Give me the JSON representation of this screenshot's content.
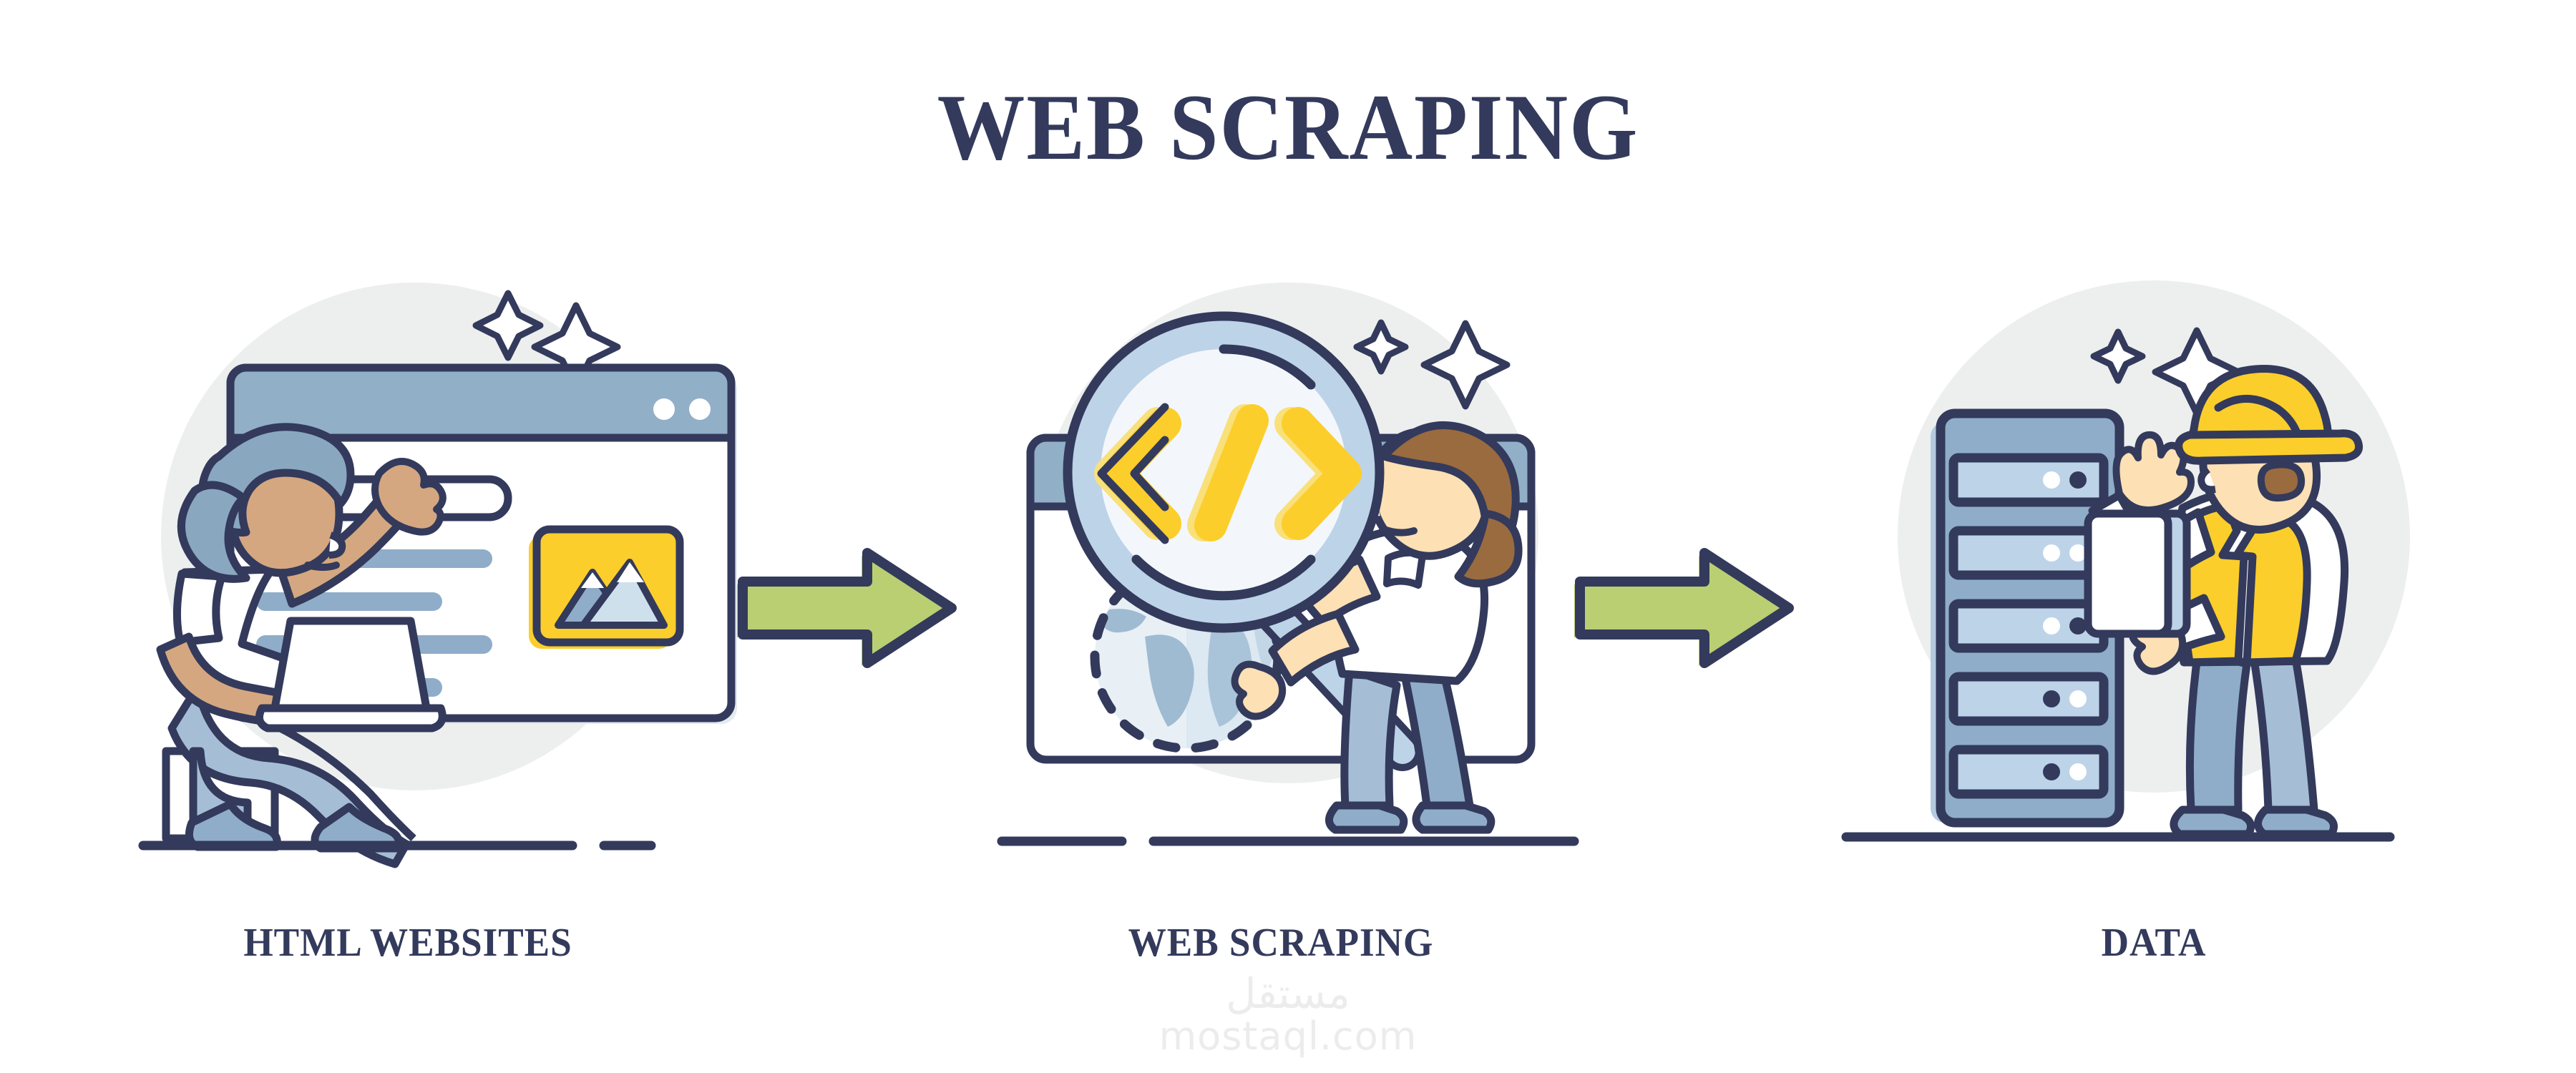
{
  "title": "WEB SCRAPING",
  "colors": {
    "navy": "#333a5c",
    "yellow": "#fbce2b",
    "green": "#bacf72",
    "blue_header": "#92afc8",
    "blue_light": "#bdd3e8",
    "blue_mid": "#8fadc9",
    "blue_pale": "#d8e6f1",
    "backdrop_gray": "#ecefee",
    "skin_tan": "#d5a780",
    "skin_light": "#fde0b4",
    "hair_brown": "#9a6b3f",
    "hair_blue": "#8aa7c0",
    "white": "#ffffff",
    "watermark_gray": "#ececec"
  },
  "steps": [
    {
      "index": 1,
      "caption": "HTML WEBSITES",
      "scene_name": "html-websites-scene",
      "elements": [
        "backdrop-circle",
        "browser-window",
        "browser-titlebar",
        "browser-dot-1",
        "browser-dot-2",
        "search-bar",
        "content-lines",
        "image-placeholder",
        "mountain-icon",
        "person-with-laptop",
        "stool",
        "sparkle-small",
        "sparkle-large",
        "ground-line"
      ]
    },
    {
      "index": 2,
      "caption": "WEB SCRAPING",
      "scene_name": "web-scraping-scene",
      "elements": [
        "backdrop-circle",
        "browser-window",
        "browser-titlebar",
        "browser-dot-1",
        "browser-dot-2",
        "magnifier-lens",
        "code-icon",
        "globe-icon",
        "globe-dashed-ring",
        "magnifier-handle",
        "person-with-magnifier",
        "sparkle-small",
        "sparkle-large",
        "ground-line"
      ]
    },
    {
      "index": 3,
      "caption": "DATA",
      "scene_name": "data-scene",
      "elements": [
        "backdrop-circle",
        "server-rack",
        "server-bay-1",
        "server-bay-2",
        "server-bay-3",
        "server-bay-4",
        "server-bay-5",
        "worker-with-clipboard",
        "hard-hat-icon",
        "safety-vest",
        "clipboard-icon",
        "sparkle-small",
        "sparkle-large",
        "ground-line"
      ]
    }
  ],
  "arrows": [
    {
      "name": "flow-arrow-1",
      "direction": "right"
    },
    {
      "name": "flow-arrow-2",
      "direction": "right"
    }
  ],
  "watermark": {
    "arabic": "مستقل",
    "latin": "mostaql.com"
  }
}
